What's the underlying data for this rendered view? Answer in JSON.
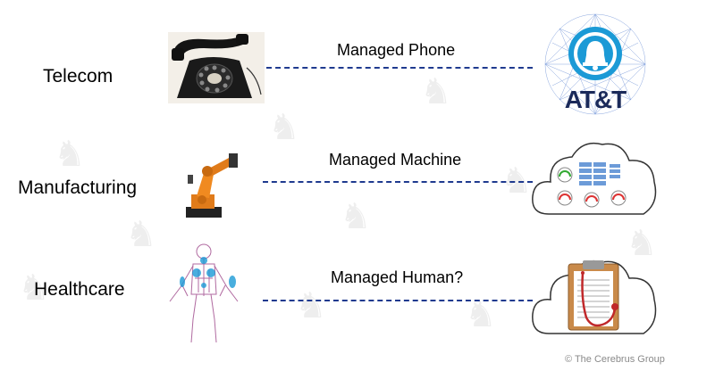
{
  "rows": [
    {
      "category": "Telecom",
      "connection": "Managed Phone",
      "left_image": "rotary-phone",
      "right_image": "att-logo"
    },
    {
      "category": "Manufacturing",
      "connection": "Managed Machine",
      "left_image": "robot-arm",
      "right_image": "dashboard-cloud"
    },
    {
      "category": "Healthcare",
      "connection": "Managed Human?",
      "left_image": "human-anatomy",
      "right_image": "medical-chart-cloud"
    }
  ],
  "logo_text": "AT&T",
  "copyright": "© The Cerebrus Group",
  "colors": {
    "line": "#1f3a8f",
    "att_blue": "#1b9ad6",
    "robot_orange": "#e07b1a"
  }
}
